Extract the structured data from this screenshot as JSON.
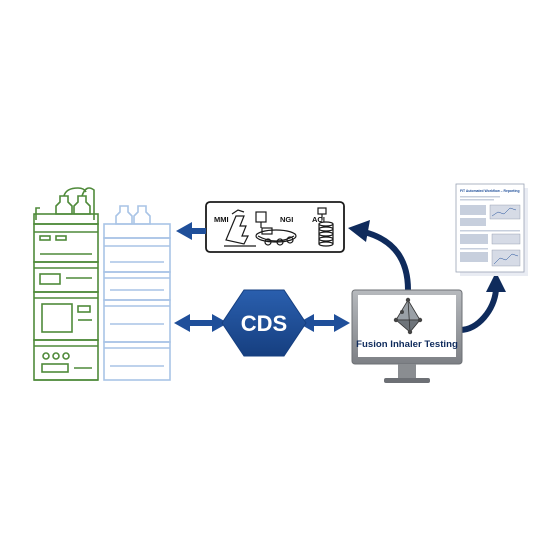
{
  "diagram": {
    "hub": {
      "label": "CDS"
    },
    "impactors": [
      {
        "label": "MMI"
      },
      {
        "label": "NGI"
      },
      {
        "label": "ACI"
      }
    ],
    "software": {
      "title": "Fusion Inhaler Testing"
    },
    "report": {
      "title": "FIT Automated Workflow – Reporting"
    },
    "colors": {
      "arrow_blue": "#1f4f9a",
      "dark_navy": "#0f2b5c",
      "green_instrument": "#4f8a3a",
      "light_blue_instrument": "#a9c4e6",
      "monitor_gray": "#8a8d91"
    }
  }
}
